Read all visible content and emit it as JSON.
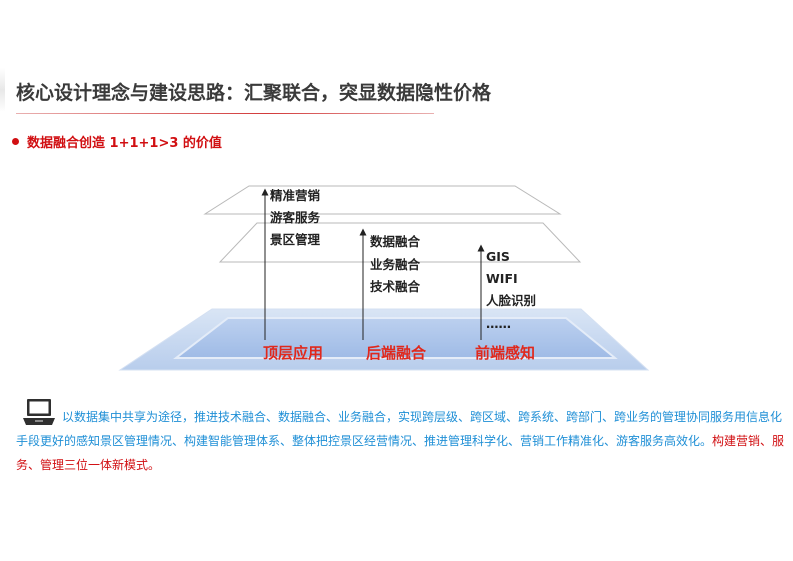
{
  "slide": {
    "title": "核心设计理念与建设思路：汇聚联合，突显数据隐性价格",
    "subtitle": "数据融合创造 1+1+1>3 的价值"
  },
  "diagram": {
    "top_layer_items": [
      "精准营销",
      "游客服务",
      "景区管理"
    ],
    "middle_layer_items": [
      "数据融合",
      "业务融合",
      "技术融合"
    ],
    "right_items": [
      "GIS",
      "WIFI",
      "人脸识别",
      "……"
    ],
    "base_labels": {
      "left": "顶层应用",
      "center": "后端融合",
      "right": "前端感知"
    },
    "colors": {
      "base_label": "#e0281c",
      "base_plane": "#c5d7f0",
      "inner_plane": "#a9c2ea"
    }
  },
  "description": {
    "icon": "laptop-icon",
    "text_blue": "以数据集中共享为途径，推进技术融合、数据融合、业务融合，实现跨层级、跨区域、跨系统、跨部门、跨业务的管理协同服务用信息化手段更好的感知景区管理情况、构建智能管理体系、整体把控景区经营情况、推进管理科学化、营销工作精准化、游客服务高效化。",
    "text_red": "构建营销、服务、管理三位一体新模式。"
  }
}
